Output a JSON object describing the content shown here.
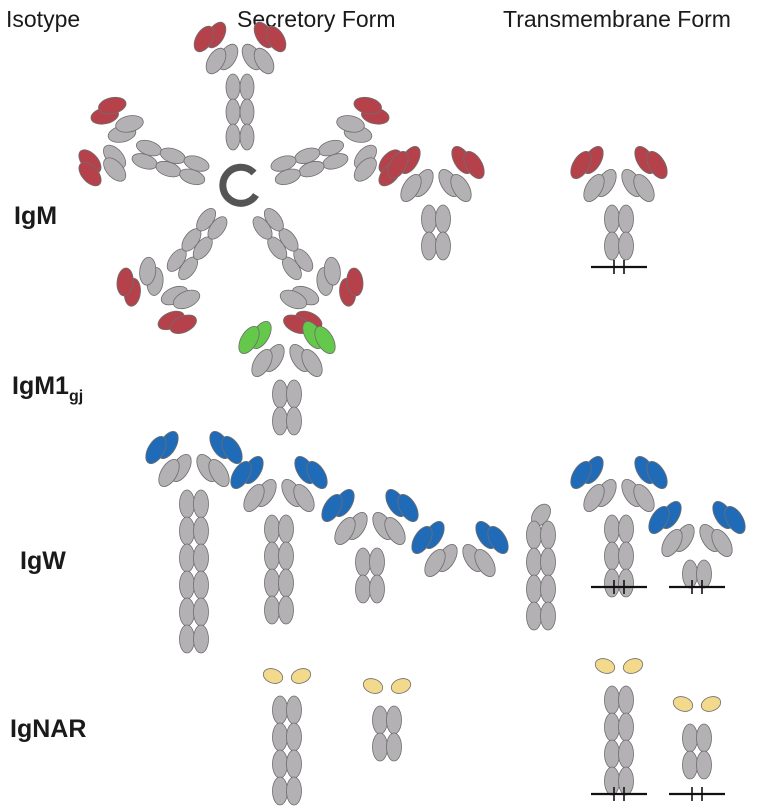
{
  "headers": {
    "isotype": "Isotype",
    "secretory": "Secretory Form",
    "transmembrane": "Transmembrane Form"
  },
  "rows": {
    "igm": {
      "label": "IgM"
    },
    "igm1gj": {
      "label": "IgM1",
      "subscript": "gj"
    },
    "igw": {
      "label": "IgW"
    },
    "ignar": {
      "label": "IgNAR"
    }
  },
  "colors": {
    "constant_domain": "#b3b1b3",
    "igm_variable": "#b5424b",
    "igm1gj_variable": "#64c84a",
    "igw_variable": "#1f6bb8",
    "ignar_variable": "#f2d98c",
    "j_chain": "#555555",
    "membrane": "#111111"
  }
}
